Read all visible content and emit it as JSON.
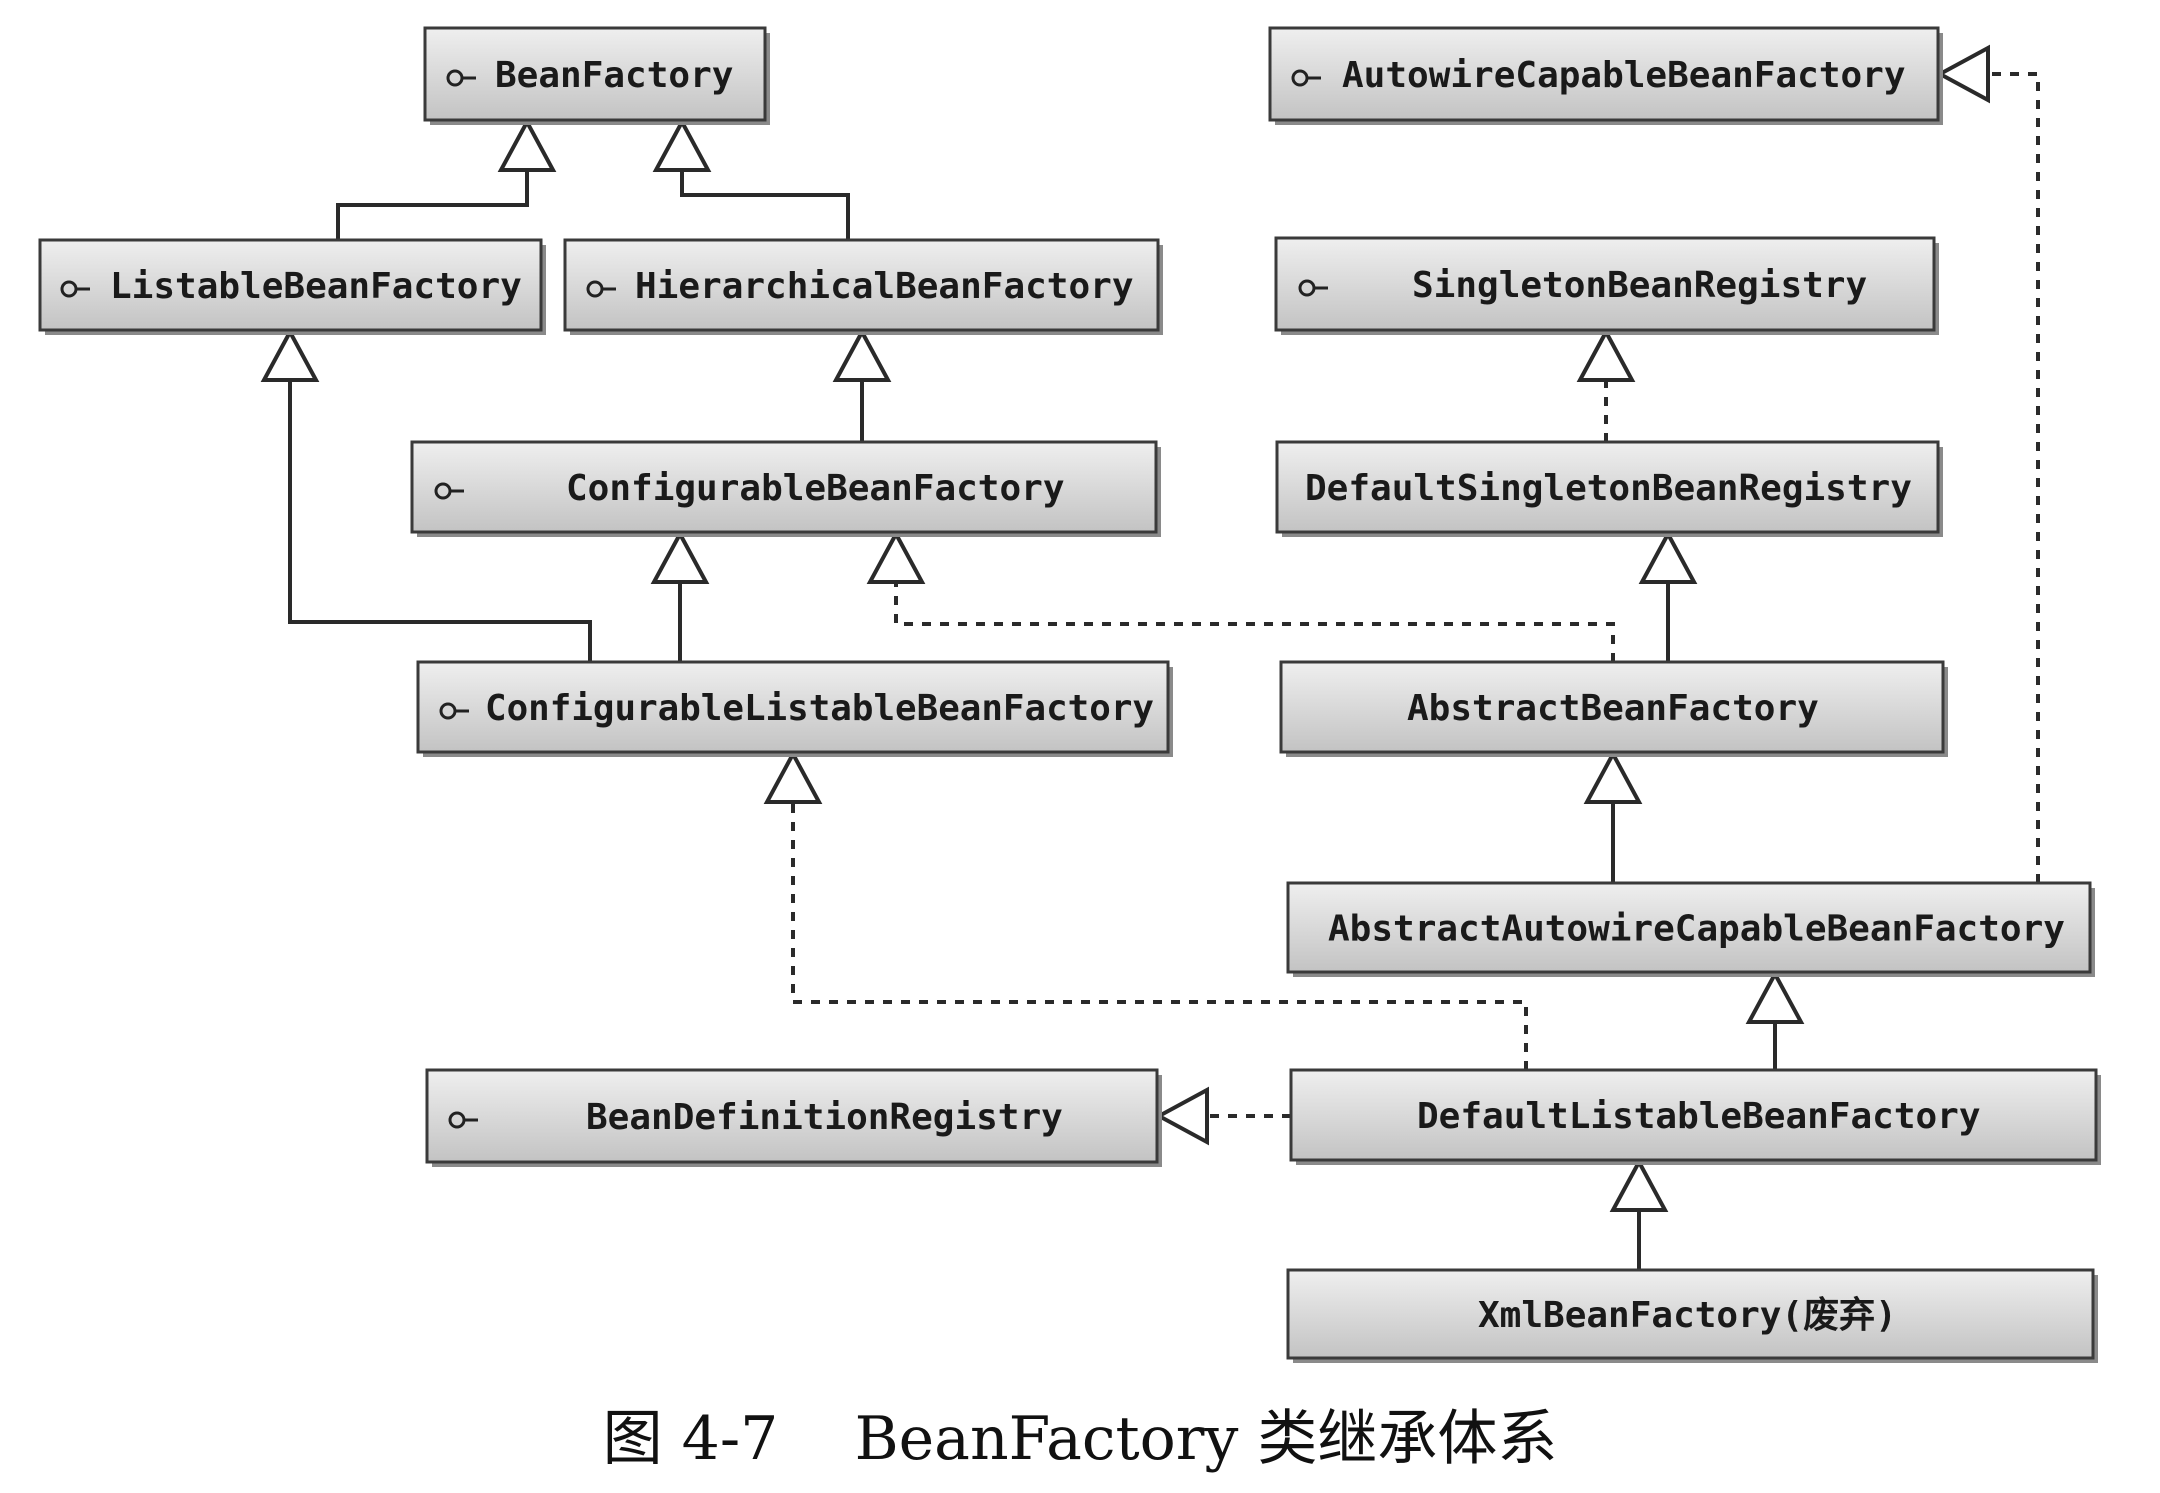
{
  "diagram": {
    "nodes": [
      {
        "id": "bean-factory",
        "label": "BeanFactory",
        "interface": true
      },
      {
        "id": "autowire-capable-bean-factory",
        "label": "AutowireCapableBeanFactory",
        "interface": true
      },
      {
        "id": "listable-bean-factory",
        "label": "ListableBeanFactory",
        "interface": true
      },
      {
        "id": "hierarchical-bean-factory",
        "label": "HierarchicalBeanFactory",
        "interface": true
      },
      {
        "id": "singleton-bean-registry",
        "label": "SingletonBeanRegistry",
        "interface": true
      },
      {
        "id": "configurable-bean-factory",
        "label": "ConfigurableBeanFactory",
        "interface": true
      },
      {
        "id": "default-singleton-bean-registry",
        "label": "DefaultSingletonBeanRegistry",
        "interface": false
      },
      {
        "id": "configurable-listable-bean-factory",
        "label": "ConfigurableListableBeanFactory",
        "interface": true
      },
      {
        "id": "abstract-bean-factory",
        "label": "AbstractBeanFactory",
        "interface": false
      },
      {
        "id": "abstract-autowire-capable-bean-factory",
        "label": "AbstractAutowireCapableBeanFactory",
        "interface": false
      },
      {
        "id": "bean-definition-registry",
        "label": "BeanDefinitionRegistry",
        "interface": true
      },
      {
        "id": "default-listable-bean-factory",
        "label": "DefaultListableBeanFactory",
        "interface": false
      },
      {
        "id": "xml-bean-factory",
        "label": "XmlBeanFactory(废弃)",
        "interface": false
      }
    ],
    "edges": [
      {
        "from": "listable-bean-factory",
        "to": "bean-factory",
        "style": "solid"
      },
      {
        "from": "hierarchical-bean-factory",
        "to": "bean-factory",
        "style": "solid"
      },
      {
        "from": "configurable-bean-factory",
        "to": "hierarchical-bean-factory",
        "style": "solid"
      },
      {
        "from": "configurable-listable-bean-factory",
        "to": "listable-bean-factory",
        "style": "solid"
      },
      {
        "from": "configurable-listable-bean-factory",
        "to": "configurable-bean-factory",
        "style": "solid"
      },
      {
        "from": "default-singleton-bean-registry",
        "to": "singleton-bean-registry",
        "style": "dashed"
      },
      {
        "from": "abstract-bean-factory",
        "to": "default-singleton-bean-registry",
        "style": "solid"
      },
      {
        "from": "abstract-bean-factory",
        "to": "configurable-bean-factory",
        "style": "dashed"
      },
      {
        "from": "abstract-autowire-capable-bean-factory",
        "to": "abstract-bean-factory",
        "style": "solid"
      },
      {
        "from": "abstract-autowire-capable-bean-factory",
        "to": "autowire-capable-bean-factory",
        "style": "dashed"
      },
      {
        "from": "default-listable-bean-factory",
        "to": "abstract-autowire-capable-bean-factory",
        "style": "solid"
      },
      {
        "from": "default-listable-bean-factory",
        "to": "configurable-listable-bean-factory",
        "style": "dashed"
      },
      {
        "from": "default-listable-bean-factory",
        "to": "bean-definition-registry",
        "style": "dashed"
      },
      {
        "from": "xml-bean-factory",
        "to": "default-listable-bean-factory",
        "style": "solid"
      }
    ]
  },
  "caption": {
    "prefix": "图 4-7",
    "text": "BeanFactory 类继承体系"
  },
  "colors": {
    "box_fill_top": "#efefef",
    "box_fill_bottom": "#c3c3c3",
    "box_border": "#3a3a3a",
    "box_shadow": "#8a8a8a",
    "line": "#2a2a2a"
  }
}
